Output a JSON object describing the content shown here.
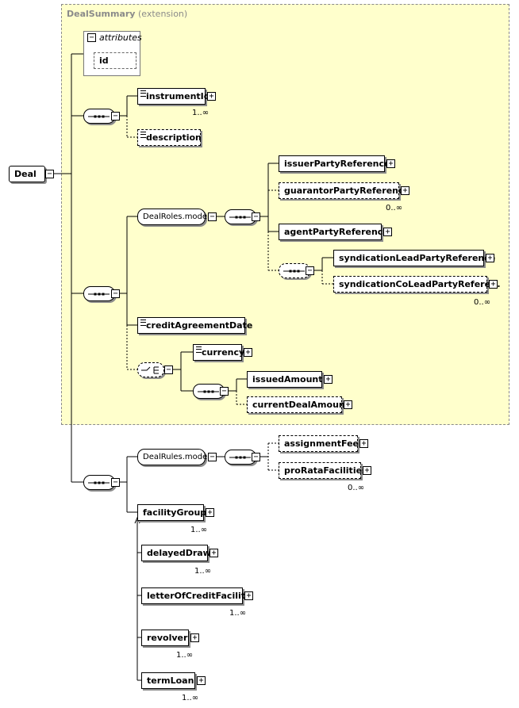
{
  "extension": {
    "name": "DealSummary",
    "suffix": "(extension)"
  },
  "attributes": {
    "label": "attributes",
    "items": [
      "id"
    ]
  },
  "root": {
    "label": "Deal"
  },
  "elements": {
    "instrumentId": "instrumentId",
    "description": "description",
    "dealRolesModel": "DealRoles.model",
    "issuerPartyReference": "issuerPartyReference",
    "guarantorPartyReference": "guarantorPartyReference",
    "agentPartyReference": "agentPartyReference",
    "syndicationLeadPartyReference": "syndicationLeadPartyReference",
    "syndicationCoLeadPartyReference": "syndicationCoLeadPartyRefere...",
    "creditAgreementDate": "creditAgreementDate",
    "currency": "currency",
    "issuedAmount": "issuedAmount",
    "currentDealAmount": "currentDealAmount",
    "dealRulesModel": "DealRules.model",
    "assignmentFee": "assignmentFee",
    "proRataFacilities": "proRataFacilities",
    "facilityGroup": "facilityGroup",
    "delayedDraw": "delayedDraw",
    "letterOfCreditFacility": "letterOfCreditFacility",
    "revolver": "revolver",
    "termLoan": "termLoan"
  },
  "cardinality": {
    "instrumentId": "1..∞",
    "guarantorPartyReference": "0..∞",
    "syndicationCoLeadPartyReference": "0..∞",
    "proRataFacilities": "0..∞",
    "facilityGroup": "1..∞",
    "delayedDraw": "1..∞",
    "letterOfCreditFacility": "1..∞",
    "revolver": "1..∞",
    "termLoan": "1..∞"
  },
  "symbols": {
    "collapse": "−",
    "expand": "+"
  },
  "icons": [
    "minus-box-icon",
    "plus-box-icon",
    "sequence-icon",
    "choice-icon",
    "documentation-icon"
  ]
}
